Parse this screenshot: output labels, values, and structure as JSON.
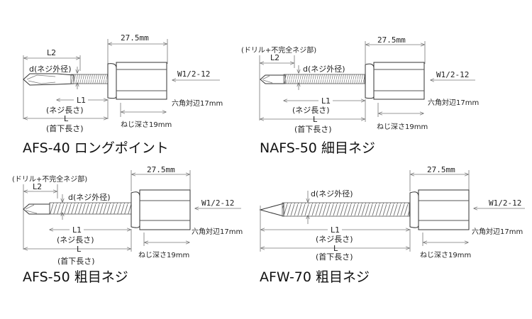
{
  "diagrams": [
    {
      "id": "afs-40",
      "title": "AFS-40 ロングポイント",
      "labels": {
        "nut_length": "27.5mm",
        "l2": "L2",
        "diameter": "d(ネジ外径)",
        "thread_spec": "W1/2-12",
        "l1": "L1",
        "l1_desc": "(ネジ長さ)",
        "hex_width": "六角対辺17mm",
        "l": "L",
        "l_desc": "(首下長さ)",
        "thread_depth": "ねじ深さ19mm"
      }
    },
    {
      "id": "nafs-50",
      "title": "NAFS-50 細目ネジ",
      "labels": {
        "drill_note": "(ドリル+不完全ネジ部)",
        "nut_length": "27.5mm",
        "l2": "L2",
        "diameter": "d(ネジ外径)",
        "thread_spec": "W1/2-12",
        "l1": "L1",
        "l1_desc": "(ネジ長さ)",
        "hex_width": "六角対辺17mm",
        "l": "L",
        "l_desc": "(首下長さ)",
        "thread_depth": "ねじ深さ19mm"
      }
    },
    {
      "id": "afs-50",
      "title": "AFS-50 粗目ネジ",
      "labels": {
        "drill_note": "(ドリル+不完全ネジ部)",
        "nut_length": "27.5mm",
        "l2": "L2",
        "diameter": "d(ネジ外径)",
        "thread_spec": "W1/2-12",
        "l1": "L1",
        "l1_desc": "(ネジ長さ)",
        "hex_width": "六角対辺17mm",
        "l": "L",
        "l_desc": "(首下長さ)",
        "thread_depth": "ねじ深さ19mm"
      }
    },
    {
      "id": "afw-70",
      "title": "AFW-70 粗目ネジ",
      "labels": {
        "nut_length": "27.5mm",
        "diameter": "d(ネジ外径)",
        "thread_spec": "W1/2-12",
        "l1": "L1",
        "l1_desc": "(ネジ長さ)",
        "hex_width": "六角対辺17mm",
        "l": "L",
        "l_desc": "(首下長さ)",
        "thread_depth": "ねじ深さ19mm"
      }
    }
  ]
}
